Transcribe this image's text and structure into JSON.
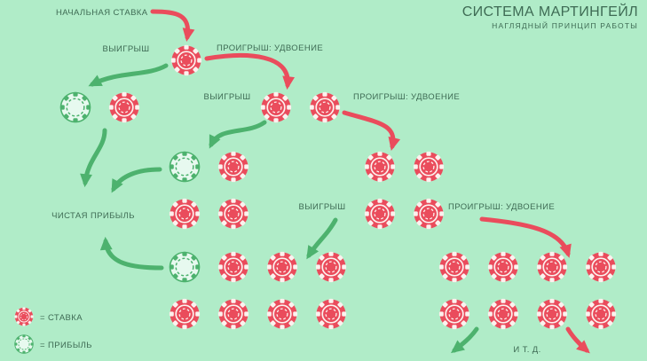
{
  "colors": {
    "background": "#b0ecc8",
    "red": "#ea4c5c",
    "green": "#4db26e",
    "text_dark": "#3e6b54"
  },
  "header": {
    "title": "СИСТЕМА МАРТИНГЕЙЛ",
    "subtitle": "НАГЛЯДНЫЙ ПРИНЦИП РАБОТЫ"
  },
  "labels": {
    "start": "НАЧАЛЬНАЯ СТАВКА",
    "win_1": "ВЫИГРЫШ",
    "loss_1": "ПРОИГРЫШ: УДВОЕНИЕ",
    "win_2": "ВЫИГРЫШ",
    "loss_2": "ПРОИГРЫШ: УДВОЕНИЕ",
    "win_3": "ВЫИГРЫШ",
    "loss_3": "ПРОИГРЫШ: УДВОЕНИЕ",
    "net_profit": "ЧИСТАЯ ПРИБЫЛЬ",
    "etc": "И Т. Д."
  },
  "legend": {
    "bet": "= СТАВКА",
    "profit": "= ПРИБЫЛЬ"
  },
  "diagram": {
    "groups": {
      "bet1": {
        "name": "initial bet (1 chip)",
        "chips": [
          "red"
        ]
      },
      "win1": {
        "name": "win after bet 1 (profit + stake)",
        "chips": [
          "green",
          "red"
        ]
      },
      "bet2": {
        "name": "doubled bet (2 chips)",
        "chips": [
          "red",
          "red"
        ]
      },
      "win2": {
        "name": "win after bet 2 (1 profit + 3 stake)",
        "chips": [
          "green",
          "red",
          "red",
          "red"
        ]
      },
      "bet3": {
        "name": "doubled bet (4 chips)",
        "chips": [
          "red",
          "red",
          "red",
          "red"
        ]
      },
      "win3": {
        "name": "win after bet 3 (1 profit + 7 stake)",
        "chips": [
          "green",
          "red",
          "red",
          "red",
          "red",
          "red",
          "red",
          "red"
        ]
      },
      "bet4": {
        "name": "doubled bet (8 chips)",
        "chips": [
          "red",
          "red",
          "red",
          "red",
          "red",
          "red",
          "red",
          "red"
        ]
      }
    }
  }
}
